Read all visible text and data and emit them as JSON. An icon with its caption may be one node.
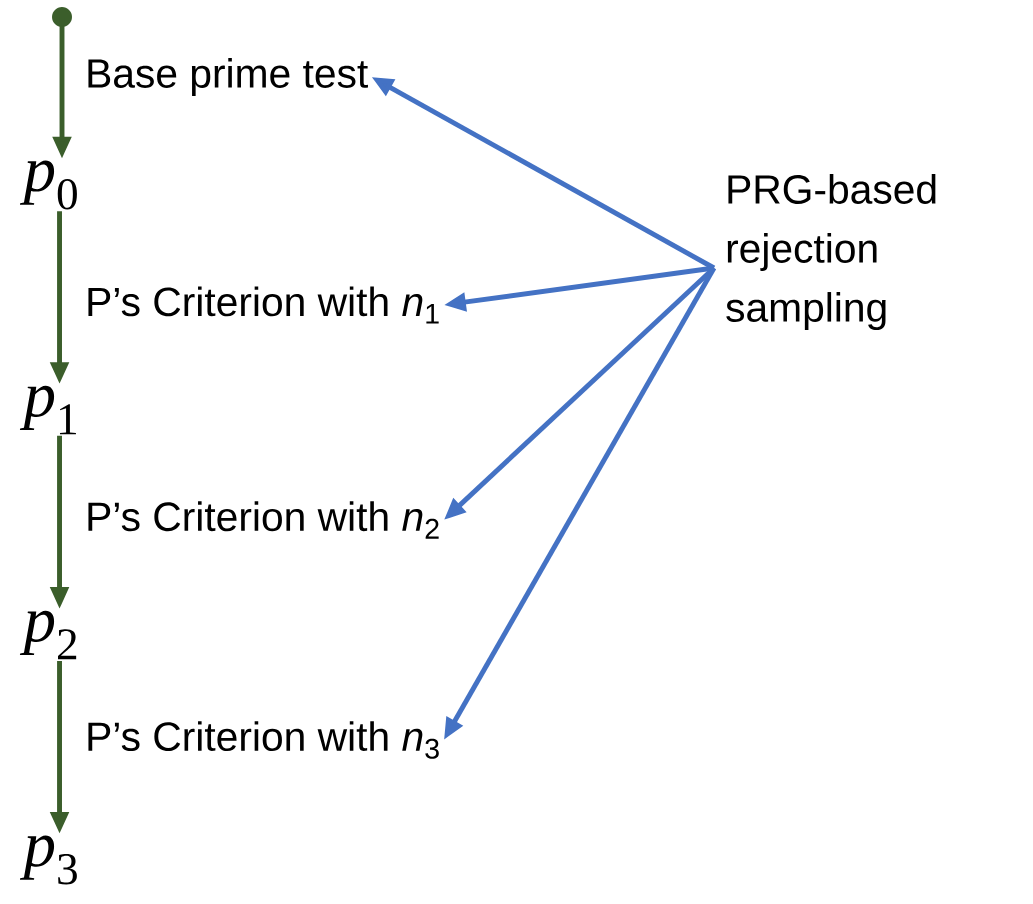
{
  "diagram": {
    "nodes": [
      {
        "text": [],
        "shape": "circle"
      },
      {
        "text": [
          "Base prime test"
        ]
      },
      {
        "text": [
          "*p*$_{0}$"
        ]
      },
      {
        "text": [
          "P’s Criterion with *n*$_{1}$"
        ]
      },
      {
        "text": [
          "*p*$_{1}$"
        ]
      },
      {
        "text": [
          "P’s Criterion with *n*$_{2}$"
        ]
      },
      {
        "text": [
          "*p*$_{2}$"
        ]
      },
      {
        "text": [
          "P’s Criterion with *n*$_{3}$"
        ]
      },
      {
        "text": [
          "*p*$_{3}$"
        ]
      },
      {
        "text": [
          "PRG-based rejection sampling"
        ]
      }
    ],
    "edges": [
      {
        "from": 0,
        "to": 2,
        "arrow": "to",
        "color": "#3b5e2b"
      },
      {
        "from": 2,
        "to": 4,
        "arrow": "to",
        "color": "#3b5e2b"
      },
      {
        "from": 4,
        "to": 6,
        "arrow": "to",
        "color": "#3b5e2b"
      },
      {
        "from": 6,
        "to": 8,
        "arrow": "to",
        "color": "#3b5e2b"
      },
      {
        "from": 9,
        "to": 1,
        "arrow": "to",
        "color": "#4472c4"
      },
      {
        "from": 9,
        "to": 3,
        "arrow": "to",
        "color": "#4472c4"
      },
      {
        "from": 9,
        "to": 5,
        "arrow": "to",
        "color": "#4472c4"
      },
      {
        "from": 9,
        "to": 7,
        "arrow": "to",
        "color": "#4472c4"
      }
    ]
  }
}
